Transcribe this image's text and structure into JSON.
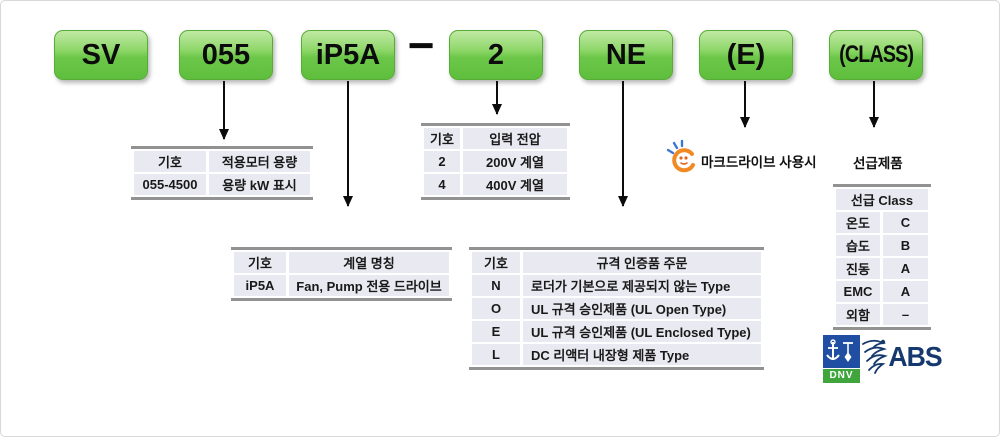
{
  "model_code": {
    "separator": "−",
    "boxes": [
      {
        "label": "SV"
      },
      {
        "label": "055"
      },
      {
        "label": "iP5A"
      },
      {
        "label": "2"
      },
      {
        "label": "NE"
      },
      {
        "label": "(E)"
      },
      {
        "label": "(CLASS)"
      }
    ]
  },
  "tables": {
    "motor_capacity": {
      "headers": [
        "기호",
        "적용모터 용량"
      ],
      "rows": [
        [
          "055-4500",
          "용량 kW 표시"
        ]
      ]
    },
    "input_voltage": {
      "headers": [
        "기호",
        "입력 전압"
      ],
      "rows": [
        [
          "2",
          "200V 계열"
        ],
        [
          "4",
          "400V 계열"
        ]
      ]
    },
    "series_name": {
      "headers": [
        "기호",
        "계열 명칭"
      ],
      "rows": [
        [
          "iP5A",
          "Fan, Pump 전용 드라이브"
        ]
      ]
    },
    "certification": {
      "headers": [
        "기호",
        "규격 인증품 주문"
      ],
      "rows": [
        [
          "N",
          "로더가 기본으로 제공되지 않는 Type"
        ],
        [
          "O",
          "UL 규격 승인제품 (UL Open Type)"
        ],
        [
          "E",
          "UL 규격 승인제품 (UL Enclosed Type)"
        ],
        [
          "L",
          "DC 리액터 내장형 제품 Type"
        ]
      ]
    },
    "ship_class": {
      "header": "선급 Class",
      "rows": [
        [
          "온도",
          "C"
        ],
        [
          "습도",
          "B"
        ],
        [
          "진동",
          "A"
        ],
        [
          "EMC",
          "A"
        ],
        [
          "외함",
          "–"
        ]
      ]
    }
  },
  "labels": {
    "emark_note": "마크드라이브 사용시",
    "ship_class_title": "선급제품",
    "dnv": "DNV",
    "abs": "ABS"
  },
  "colors": {
    "box_green": "#6cc749",
    "table_bg": "#e9e9f1",
    "table_border": "#929292",
    "dnv_blue": "#1f4ea3",
    "dnv_green": "#3fa53c",
    "abs_navy": "#15386e",
    "emark_orange": "#f08a24",
    "emark_blue": "#3a77d6"
  }
}
